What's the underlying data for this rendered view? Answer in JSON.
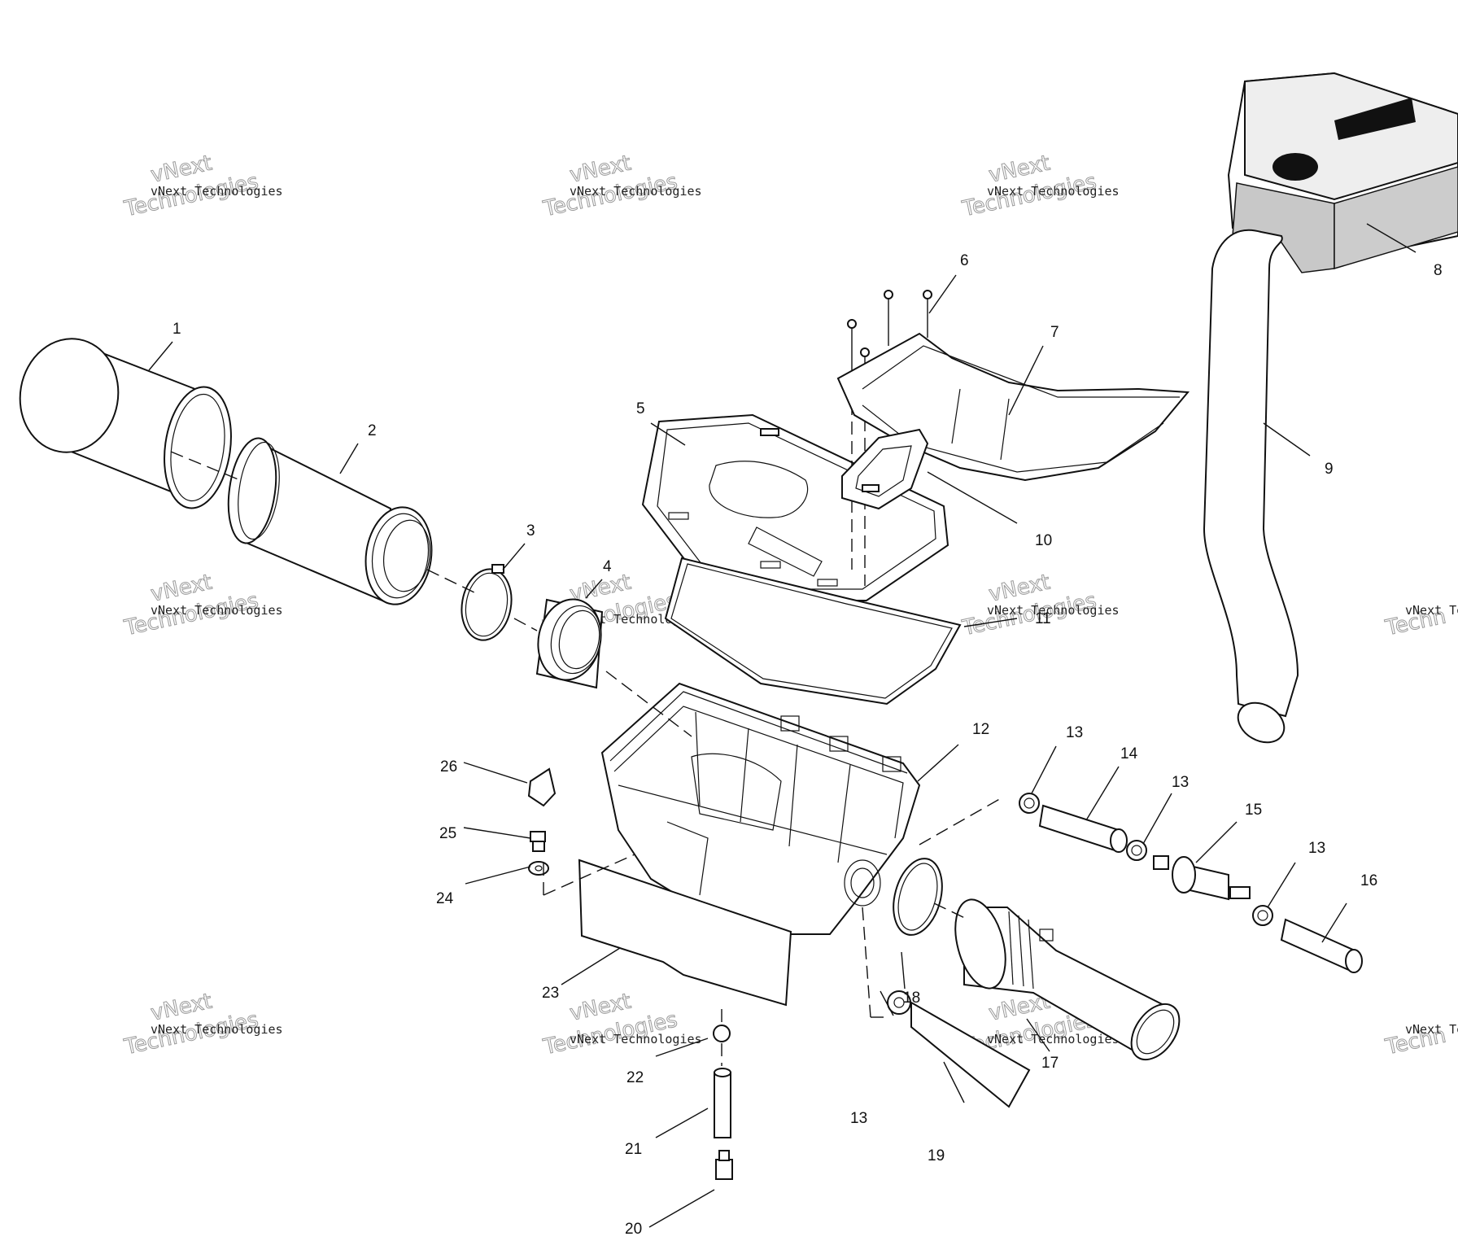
{
  "watermark": {
    "line1": "vNext Technologies",
    "line2": "vNext\nTechnologies"
  },
  "callouts": [
    {
      "id": "1",
      "label": "1"
    },
    {
      "id": "2",
      "label": "2"
    },
    {
      "id": "3",
      "label": "3"
    },
    {
      "id": "4",
      "label": "4"
    },
    {
      "id": "5",
      "label": "5"
    },
    {
      "id": "6",
      "label": "6"
    },
    {
      "id": "7",
      "label": "7"
    },
    {
      "id": "8",
      "label": "8"
    },
    {
      "id": "9",
      "label": "9"
    },
    {
      "id": "10",
      "label": "10"
    },
    {
      "id": "11",
      "label": "11"
    },
    {
      "id": "12",
      "label": "12"
    },
    {
      "id": "13a",
      "label": "13"
    },
    {
      "id": "13b",
      "label": "13"
    },
    {
      "id": "13c",
      "label": "13"
    },
    {
      "id": "13d",
      "label": "13"
    },
    {
      "id": "14",
      "label": "14"
    },
    {
      "id": "15",
      "label": "15"
    },
    {
      "id": "16",
      "label": "16"
    },
    {
      "id": "17",
      "label": "17"
    },
    {
      "id": "18",
      "label": "18"
    },
    {
      "id": "19",
      "label": "19"
    },
    {
      "id": "20",
      "label": "20"
    },
    {
      "id": "21",
      "label": "21"
    },
    {
      "id": "22",
      "label": "22"
    },
    {
      "id": "23",
      "label": "23"
    },
    {
      "id": "24",
      "label": "24"
    },
    {
      "id": "25",
      "label": "25"
    },
    {
      "id": "26",
      "label": "26"
    }
  ]
}
